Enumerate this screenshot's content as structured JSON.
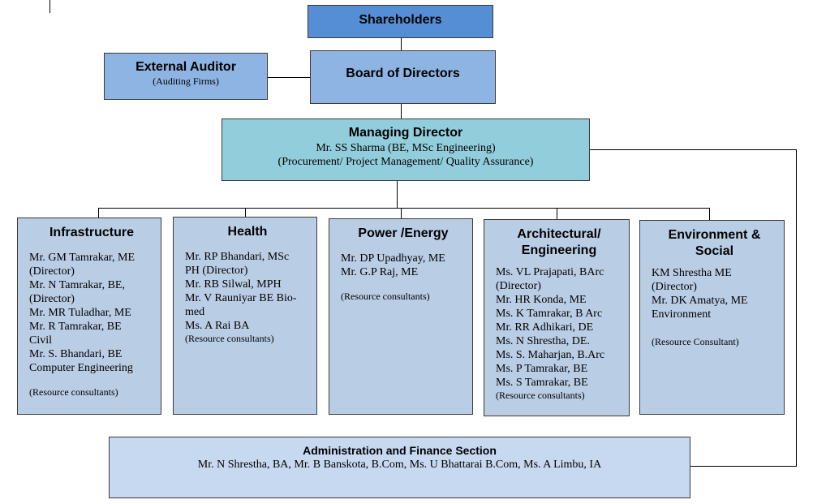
{
  "colors": {
    "shareholders": "#558ed5",
    "board": "#8eb4e3",
    "auditor": "#8eb4e3",
    "managing": "#92cddc",
    "dept": "#b9cde5",
    "admin": "#c6d9f1"
  },
  "shareholders": {
    "title": "Shareholders"
  },
  "board": {
    "title": "Board of Directors"
  },
  "auditor": {
    "title": "External Auditor",
    "subtitle": "(Auditing Firms)"
  },
  "managing": {
    "title": "Managing Director",
    "name": "Mr. SS Sharma (BE, MSc Engineering)",
    "roles": "(Procurement/ Project Management/ Quality Assurance)"
  },
  "departments": [
    {
      "title": "Infrastructure",
      "lines": [
        "Mr. GM Tamrakar, ME",
        "(Director)",
        "Mr. N Tamrakar, BE,",
        "(Director)",
        "Mr. MR Tuladhar, ME",
        "Mr. R Tamrakar, BE",
        "Civil",
        "Mr. S. Bhandari, BE",
        "Computer Engineering"
      ],
      "note": "(Resource consultants)"
    },
    {
      "title": "Health",
      "lines": [
        "Mr. RP Bhandari, MSc",
        "PH (Director)",
        "Mr. RB Silwal, MPH",
        "Mr. V Rauniyar BE Bio-",
        "med",
        "Ms. A Rai BA"
      ],
      "note": "(Resource consultants)"
    },
    {
      "title": "Power /Energy",
      "lines": [
        "Mr. DP Upadhyay, ME",
        "Mr. G.P Raj, ME"
      ],
      "note": "(Resource consultants)"
    },
    {
      "title": "Architectural/ Engineering",
      "lines": [
        "Ms. VL Prajapati, BArc",
        "(Director)",
        "Mr. HR Konda, ME",
        "Ms. K Tamrakar, B Arc",
        "Mr. RR Adhikari, DE",
        "Ms. N Shrestha, DE.",
        "Ms. S. Maharjan, B.Arc",
        "Ms. P Tamrakar, BE",
        "Ms. S Tamrakar, BE"
      ],
      "note": "(Resource consultants)"
    },
    {
      "title": "Environment & Social",
      "lines": [
        "KM Shrestha ME",
        "(Director)",
        "Mr. DK Amatya, ME",
        "Environment"
      ],
      "note": "(Resource Consultant)"
    }
  ],
  "admin": {
    "title": "Administration and Finance Section",
    "staff": "Mr. N Shrestha, BA, Mr. B Banskota, B.Com, Ms. U Bhattarai B.Com, Ms. A Limbu, IA"
  }
}
